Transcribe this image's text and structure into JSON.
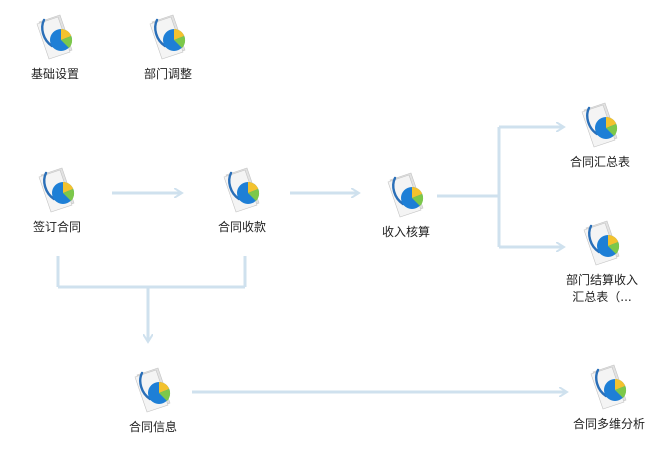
{
  "colors": {
    "connector": "#cfe1ee",
    "doc_paper": "#f4f4f4",
    "pie_blue": "#1e7fd6",
    "pie_green": "#7cc84a",
    "pie_yellow": "#f3c22e",
    "swoosh": "#2a6fb8"
  },
  "icon_name": "report-document-icon",
  "nodes": {
    "basic_settings": {
      "label": "基础设置"
    },
    "dept_adjust": {
      "label": "部门调整"
    },
    "sign_contract": {
      "label": "签订合同"
    },
    "contract_receipt": {
      "label": "合同收款"
    },
    "income_check": {
      "label": "收入核算"
    },
    "contract_summary": {
      "label": "合同汇总表"
    },
    "dept_settlement": {
      "label_line1": "部门结算收入",
      "label_line2": "汇总表（..."
    },
    "contract_info": {
      "label": "合同信息"
    },
    "contract_multi_analysis": {
      "label": "合同多维分析"
    }
  }
}
